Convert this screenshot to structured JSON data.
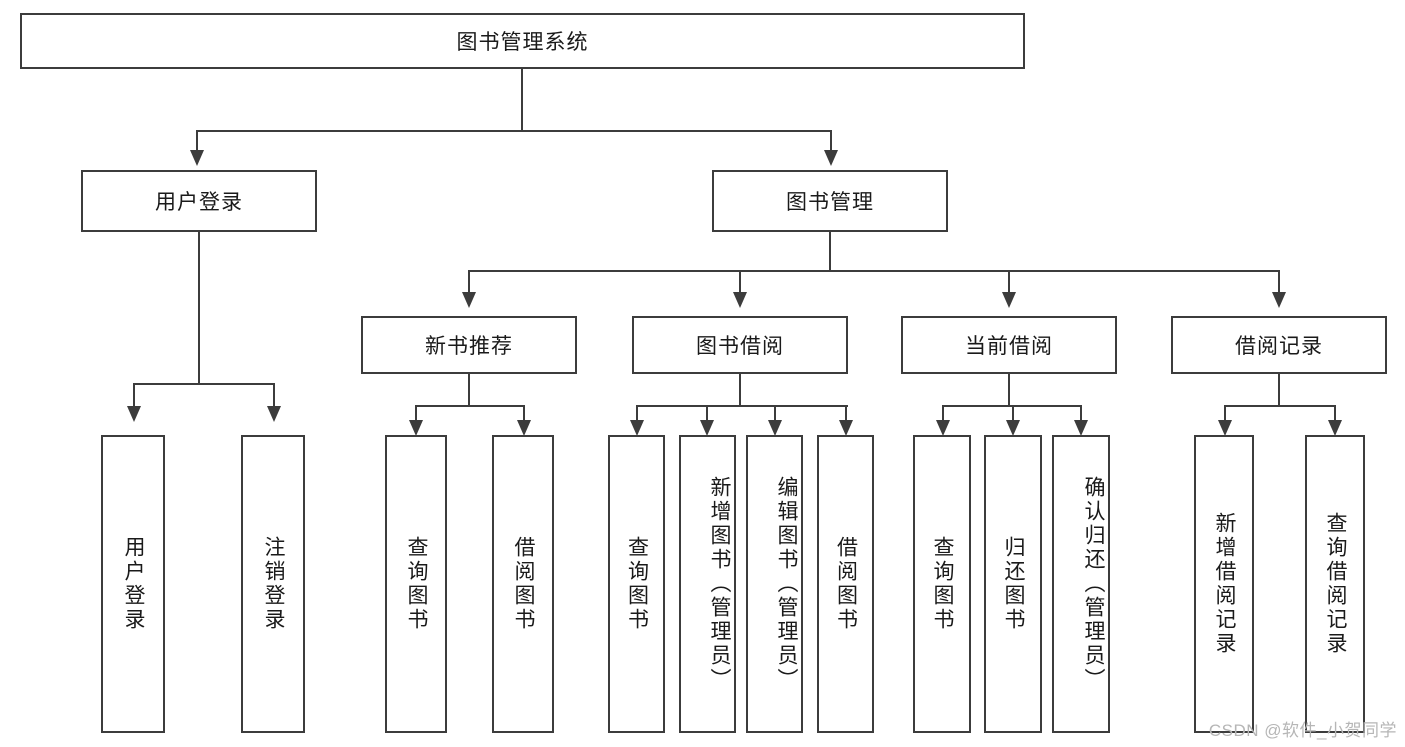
{
  "diagram": {
    "title": "图书管理系统",
    "type": "hierarchy-tree",
    "root": {
      "label": "图书管理系统"
    },
    "level2": [
      {
        "label": "用户登录"
      },
      {
        "label": "图书管理"
      }
    ],
    "level3": [
      {
        "label": "新书推荐"
      },
      {
        "label": "图书借阅"
      },
      {
        "label": "当前借阅"
      },
      {
        "label": "借阅记录"
      }
    ],
    "leaves": [
      {
        "label": "用户登录",
        "parent": "用户登录"
      },
      {
        "label": "注销登录",
        "parent": "用户登录"
      },
      {
        "label": "查询图书",
        "parent": "新书推荐"
      },
      {
        "label": "借阅图书",
        "parent": "新书推荐"
      },
      {
        "label": "查询图书",
        "parent": "图书借阅"
      },
      {
        "label": "新增图书（管理员）",
        "parent": "图书借阅"
      },
      {
        "label": "编辑图书（管理员）",
        "parent": "图书借阅"
      },
      {
        "label": "借阅图书",
        "parent": "图书借阅"
      },
      {
        "label": "查询图书",
        "parent": "当前借阅"
      },
      {
        "label": "归还图书",
        "parent": "当前借阅"
      },
      {
        "label": "确认归还（管理员）",
        "parent": "当前借阅"
      },
      {
        "label": "新增借阅记录",
        "parent": "借阅记录"
      },
      {
        "label": "查询借阅记录",
        "parent": "借阅记录"
      }
    ]
  },
  "watermark": {
    "text": "CSDN @软件_小贺同学"
  },
  "colors": {
    "stroke": "#3c3c3c",
    "fill": "#ffffff",
    "text": "#1a1a1a",
    "watermark": "#b6b6b6"
  }
}
